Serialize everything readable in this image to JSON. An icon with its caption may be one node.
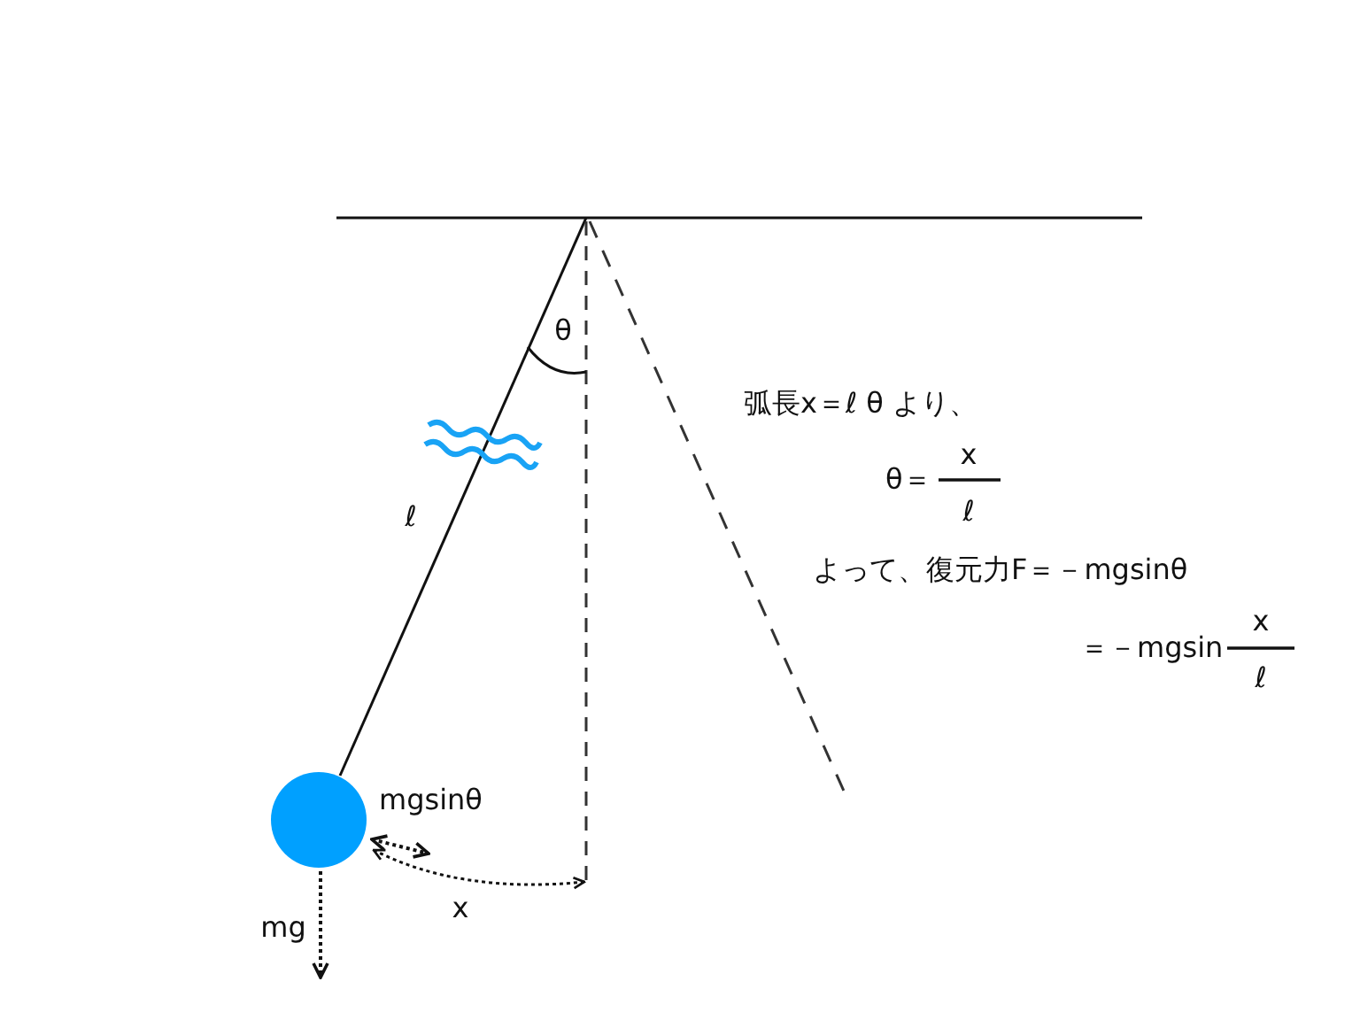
{
  "diagram": {
    "labels": [
      "θ",
      "弧長x＝ℓ θ より、",
      "x",
      "θ＝",
      "ℓ",
      "ℓ",
      "よって、復元力F＝－mgsinθ",
      "x",
      "＝－mgsin",
      "ℓ",
      "mgsinθ",
      "x",
      "mg"
    ]
  }
}
